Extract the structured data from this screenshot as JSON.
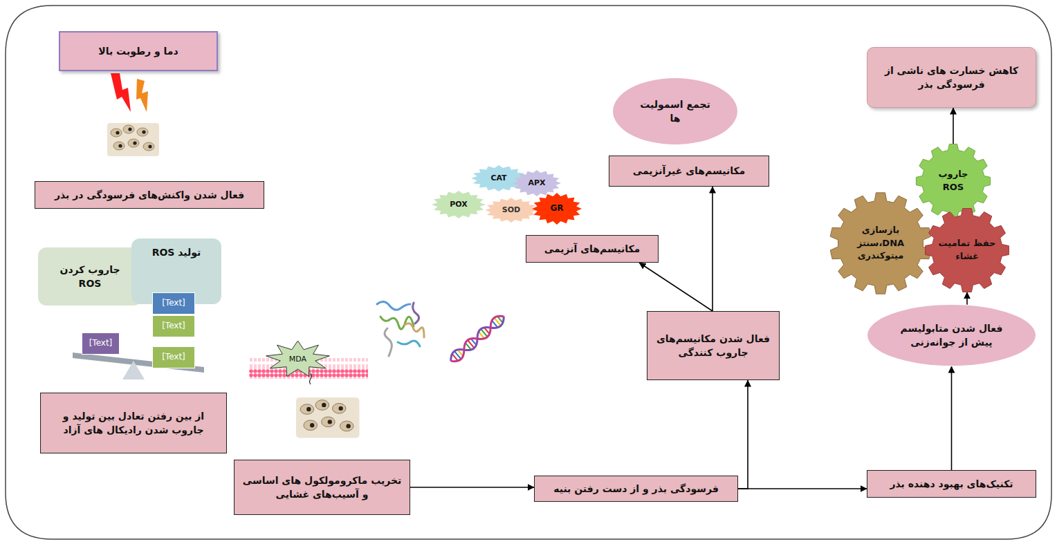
{
  "diagram": {
    "nodes": [
      {
        "text": [
          "دما و رطوبت بالا"
        ]
      },
      {
        "text": [
          "فعال شدن واکنش‌های فرسودگی در بذر"
        ]
      },
      {
        "text": [
          "جاروب کردن ROS"
        ]
      },
      {
        "text": [
          "تولید ROS"
        ]
      },
      {
        "text": [
          "[Text]"
        ]
      },
      {
        "text": [
          "[Text]"
        ]
      },
      {
        "text": [
          "[Text]"
        ]
      },
      {
        "text": [
          "[Text]"
        ]
      },
      {
        "text": [
          "از بین رفتن تعادل بین تولید و جاروب شدن رادیکال های آزاد"
        ]
      },
      {
        "text": [
          "MDA"
        ]
      },
      {
        "text": [
          "تخریب ماکرومولکول های اساسی و آسیب‌های غشایی"
        ]
      },
      {
        "text": [
          "فرسودگی بذر و از دست رفتن بنیه"
        ]
      },
      {
        "text": [
          "فعال شدن مکانیسم‌های جاروب کنندگی"
        ]
      },
      {
        "text": [
          "CAT"
        ]
      },
      {
        "text": [
          "APX"
        ]
      },
      {
        "text": [
          "POX"
        ]
      },
      {
        "text": [
          "SOD"
        ]
      },
      {
        "text": [
          "GR"
        ]
      },
      {
        "text": [
          "مکانیسم‌های آنزیمی"
        ]
      },
      {
        "text": [
          "مکانیسم‌های غیرآنزیمی"
        ]
      },
      {
        "text": [
          "تجمع اسمولیت ها"
        ]
      },
      {
        "text": [
          "تکنیک‌های بهبود دهنده بذر"
        ]
      },
      {
        "text": [
          "فعال شدن متابولیسم پیش از جوانه‌زنی"
        ]
      },
      {
        "text": [
          "بازسازی DNA،سنتز میتوکندری"
        ]
      },
      {
        "text": [
          "جاروب ROS"
        ]
      },
      {
        "text": [
          "حفظ تمامیت غشاء"
        ]
      },
      {
        "text": [
          "کاهش خسارت های ناشی از فرسودگی بذر"
        ]
      }
    ],
    "edges": [
      {
        "from": 10,
        "to": 11,
        "arrow": "to"
      },
      {
        "from": 11,
        "to": 12,
        "arrow": "to"
      },
      {
        "from": 11,
        "to": 21,
        "arrow": "to"
      },
      {
        "from": 12,
        "to": 18,
        "arrow": "to"
      },
      {
        "from": 12,
        "to": 19,
        "arrow": "to"
      },
      {
        "from": 21,
        "to": 22,
        "arrow": "to"
      },
      {
        "from": 22,
        "to": 25,
        "arrow": "to"
      },
      {
        "from": 24,
        "to": 26,
        "arrow": "to"
      }
    ]
  }
}
